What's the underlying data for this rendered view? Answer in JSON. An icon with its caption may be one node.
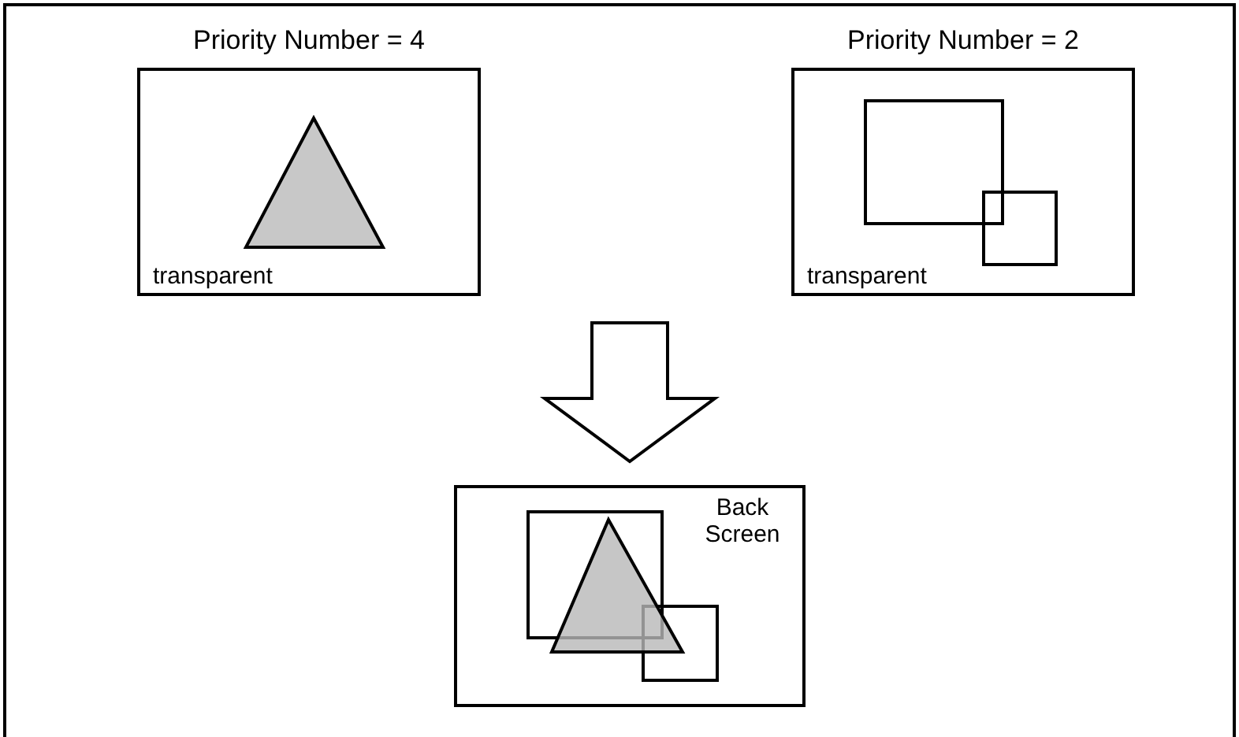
{
  "diagram": {
    "nodes": [
      {
        "text": [
          "Priority Number = 4",
          "transparent"
        ]
      },
      {
        "text": [
          "Priority Number = 2",
          "transparent"
        ]
      },
      {
        "text": [
          "Back Screen"
        ]
      }
    ],
    "edges": [
      {
        "from": 0,
        "to": 2,
        "arrow": "to"
      },
      {
        "from": 1,
        "to": 2,
        "arrow": "to"
      }
    ]
  }
}
